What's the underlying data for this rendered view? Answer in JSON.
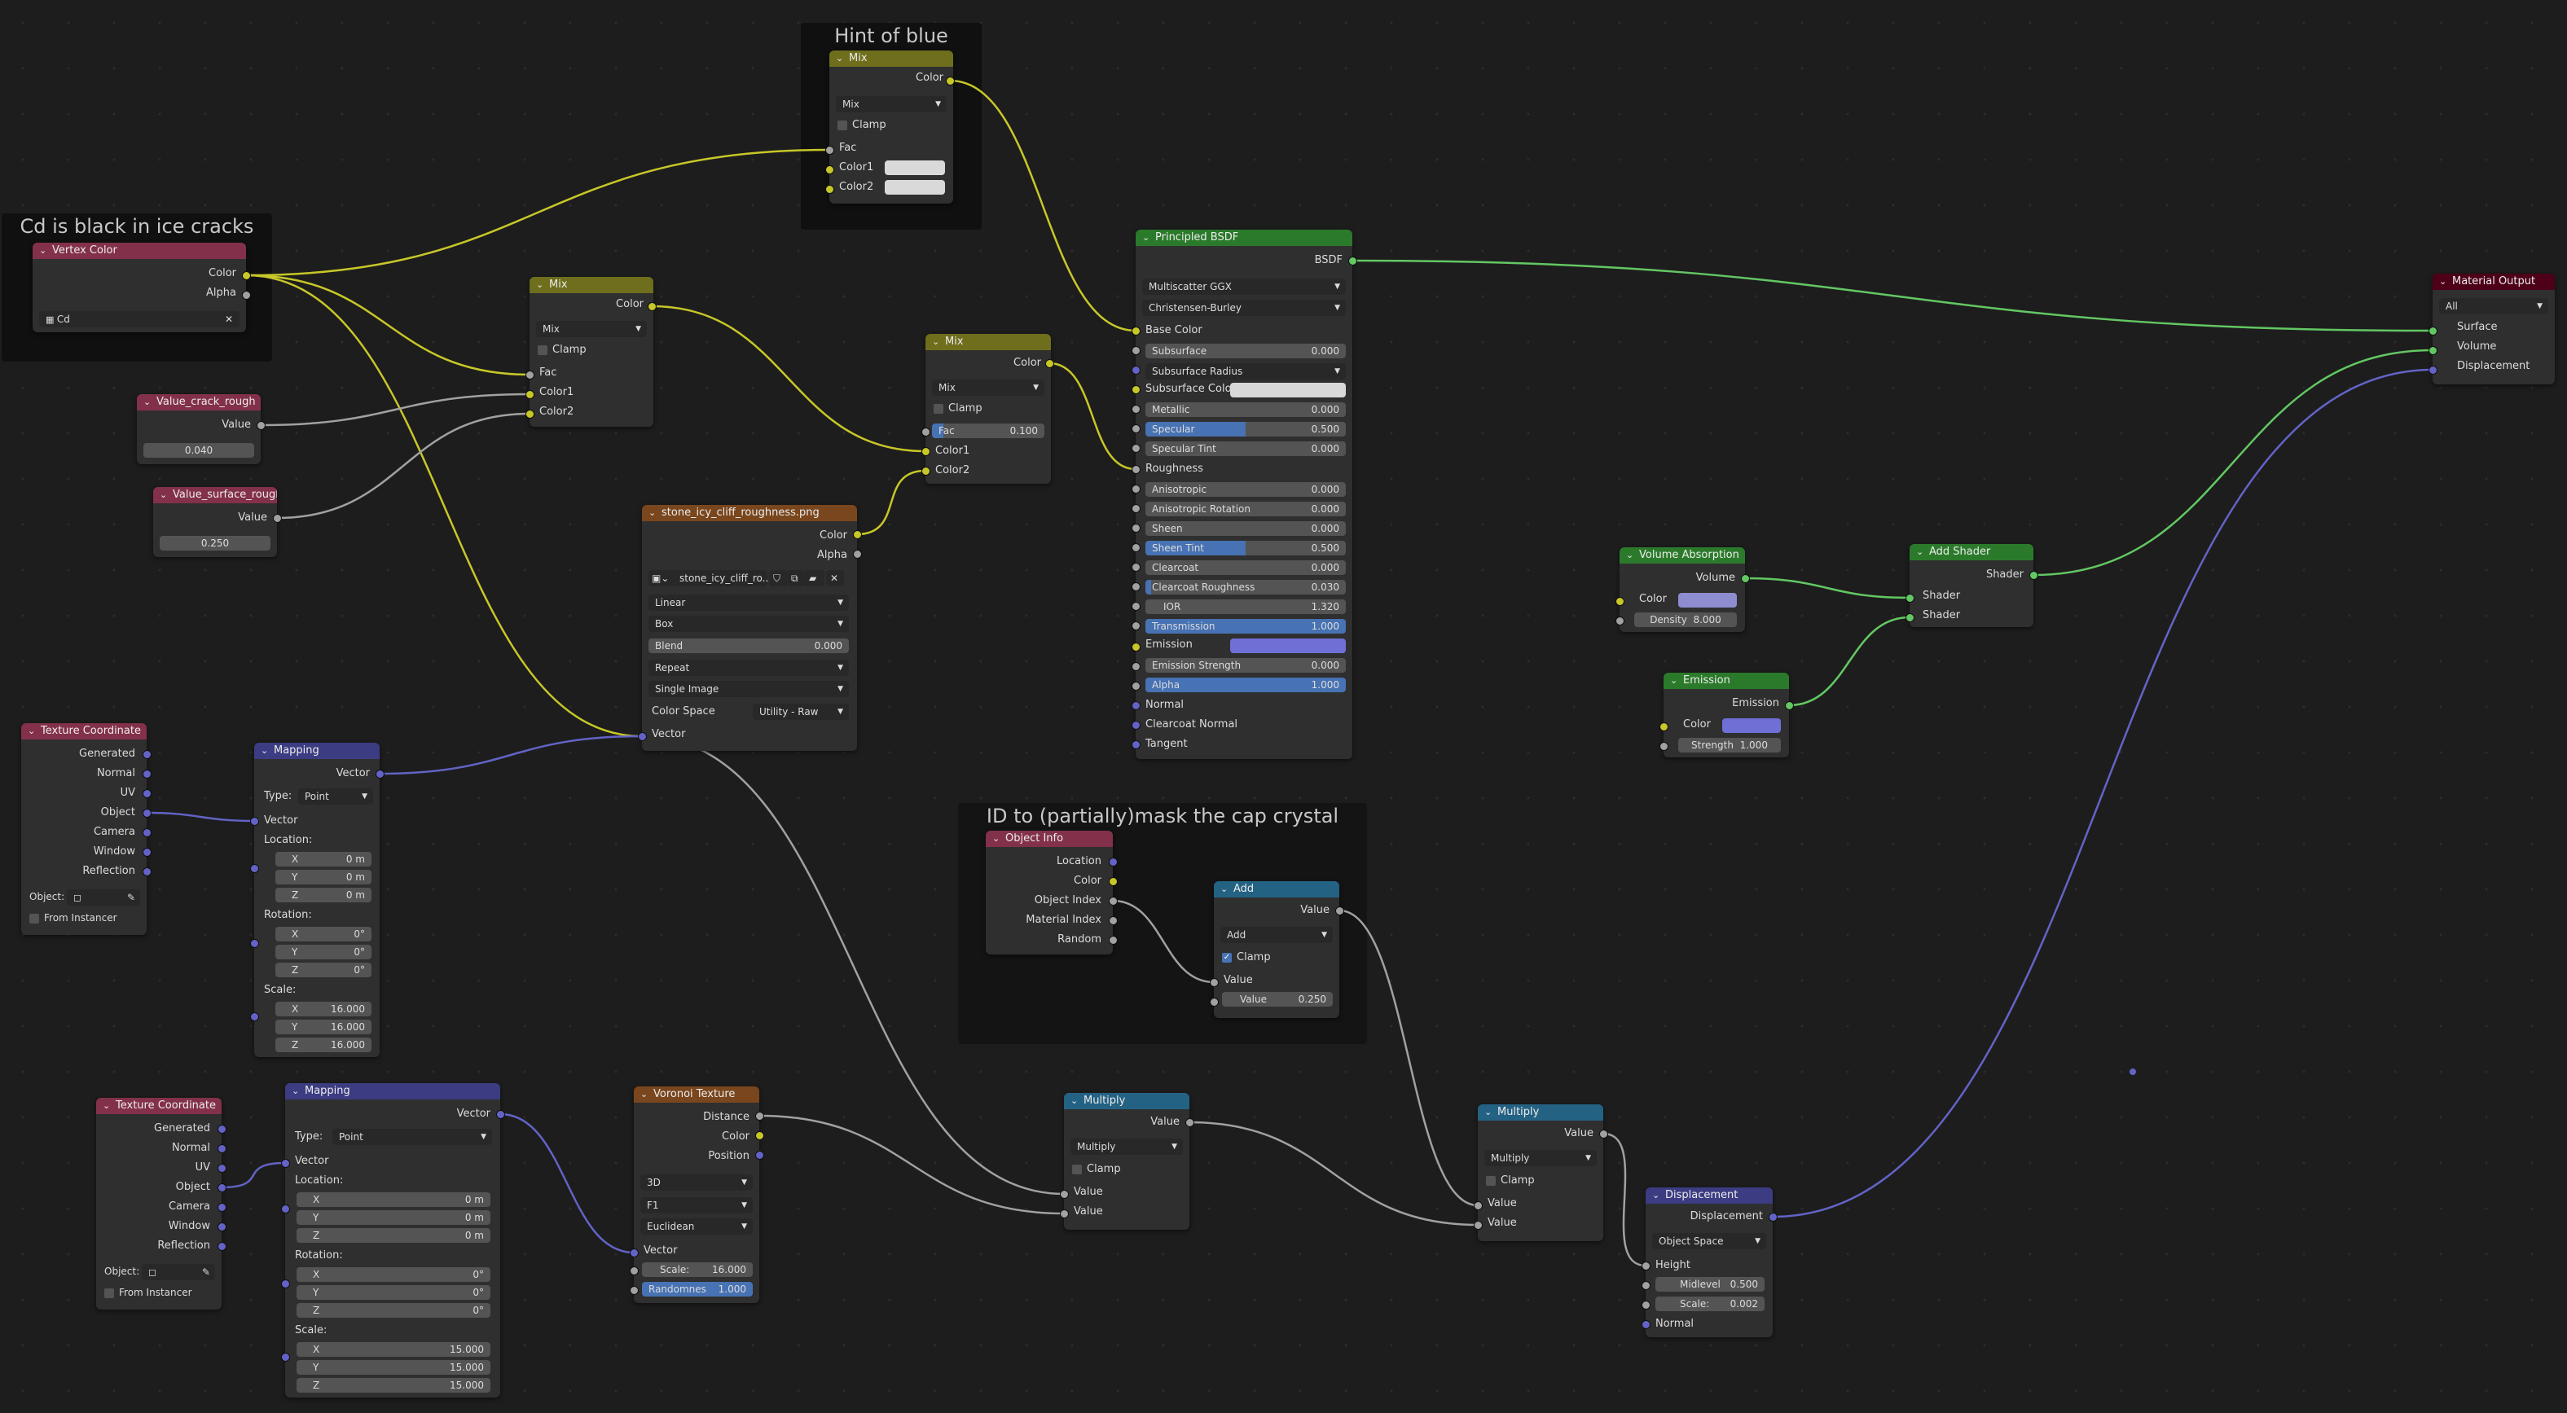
{
  "frames": {
    "hint_blue": "Hint of blue",
    "cd_black": "Cd is black in ice cracks",
    "cap_mask": "ID to (partially)mask the cap crystal"
  },
  "common": {
    "color": "Color",
    "alpha": "Alpha",
    "fac": "Fac",
    "color1": "Color1",
    "color2": "Color2",
    "clamp": "Clamp",
    "value": "Value",
    "vector": "Vector",
    "mix": "Mix",
    "shader": "Shader",
    "x": "X",
    "y": "Y",
    "z": "Z",
    "type": "Type:",
    "location": "Location:",
    "rotation": "Rotation:",
    "scale": "Scale:",
    "point": "Point",
    "object": "Object:",
    "from_instancer": "From Instancer",
    "zero_m": "0 m",
    "zero_deg": "0°",
    "chevron": "⌄",
    "close": "✕"
  },
  "mix_hint": {
    "title": "Mix",
    "blend": "Mix"
  },
  "vertex_color": {
    "title": "Vertex Color",
    "layer": "Cd"
  },
  "mix_rough": {
    "title": "Mix",
    "blend": "Mix"
  },
  "value_crack": {
    "title": "Value_crack_rough",
    "value": "0.040"
  },
  "value_surface": {
    "title": "Value_surface_rough",
    "value": "0.250"
  },
  "mix_right": {
    "title": "Mix",
    "blend": "Mix",
    "fac_value": "0.100",
    "fac_fraction": 0.1
  },
  "image_tex": {
    "title": "stone_icy_cliff_roughness.png",
    "image": "stone_icy_cliff_ro...",
    "interpolation": "Linear",
    "projection": "Box",
    "blend_label": "Blend",
    "blend_value": "0.000",
    "extension": "Repeat",
    "source": "Single Image",
    "colorspace_label": "Color Space",
    "colorspace": "Utility - Raw"
  },
  "bsdf": {
    "title": "Principled BSDF",
    "out": "BSDF",
    "distribution": "Multiscatter GGX",
    "sss_method": "Christensen-Burley",
    "base_color": "Base Color",
    "subsurface": "Subsurface",
    "subsurface_v": "0.000",
    "subsurface_radius": "Subsurface Radius",
    "subsurface_color": "Subsurface Colo",
    "metallic": "Metallic",
    "metallic_v": "0.000",
    "specular": "Specular",
    "specular_v": "0.500",
    "specular_tint": "Specular Tint",
    "specular_tint_v": "0.000",
    "roughness": "Roughness",
    "anisotropic": "Anisotropic",
    "anisotropic_v": "0.000",
    "anisotropic_rotation": "Anisotropic Rotation",
    "anisotropic_rotation_v": "0.000",
    "sheen": "Sheen",
    "sheen_v": "0.000",
    "sheen_tint": "Sheen Tint",
    "sheen_tint_v": "0.500",
    "clearcoat": "Clearcoat",
    "clearcoat_v": "0.000",
    "clearcoat_roughness": "Clearcoat Roughness",
    "clearcoat_roughness_v": "0.030",
    "ior": "IOR",
    "ior_v": "1.320",
    "transmission": "Transmission",
    "transmission_v": "1.000",
    "emission": "Emission",
    "emission_strength": "Emission Strength",
    "emission_strength_v": "0.000",
    "alpha": "Alpha",
    "alpha_v": "1.000",
    "normal": "Normal",
    "clearcoat_normal": "Clearcoat Normal",
    "tangent": "Tangent",
    "fractions": {
      "specular": 0.5,
      "sheen_tint": 0.5,
      "transmission": 1.0,
      "alpha": 1.0,
      "clearcoat_roughness": 0.03
    }
  },
  "material_output": {
    "title": "Material Output",
    "target": "All",
    "surface": "Surface",
    "volume": "Volume",
    "displacement": "Displacement"
  },
  "volume_absorption": {
    "title": "Volume Absorption",
    "out": "Volume",
    "density_label": "Density",
    "density": "8.000"
  },
  "emission": {
    "title": "Emission",
    "out": "Emission",
    "strength_label": "Strength",
    "strength": "1.000"
  },
  "add_shader": {
    "title": "Add Shader"
  },
  "tex_coord": {
    "title": "Texture Coordinate",
    "outputs": [
      "Generated",
      "Normal",
      "UV",
      "Object",
      "Camera",
      "Window",
      "Reflection"
    ]
  },
  "mapping1": {
    "title": "Mapping",
    "sx": "16.000",
    "sy": "16.000",
    "sz": "16.000"
  },
  "mapping2": {
    "title": "Mapping",
    "sx": "15.000",
    "sy": "15.000",
    "sz": "15.000"
  },
  "object_info": {
    "title": "Object Info",
    "outputs": [
      "Location",
      "Color",
      "Object Index",
      "Material Index",
      "Random"
    ]
  },
  "add_math": {
    "title": "Add",
    "op": "Add",
    "value_v": "0.250"
  },
  "voronoi": {
    "title": "Voronoi Texture",
    "distance": "Distance",
    "position": "Position",
    "dims": "3D",
    "feature": "F1",
    "metric": "Euclidean",
    "scale_v": "16.000",
    "randomness": "Randomnes",
    "randomness_v": "1.000"
  },
  "multiply1": {
    "title": "Multiply",
    "op": "Multiply"
  },
  "multiply2": {
    "title": "Multiply",
    "op": "Multiply"
  },
  "displacement": {
    "title": "Displacement",
    "out": "Displacement",
    "space": "Object Space",
    "height": "Height",
    "midlevel": "Midlevel",
    "midlevel_v": "0.500",
    "scale_v": "0.002",
    "normal": "Normal"
  },
  "colors": {
    "header_input": "#83314a",
    "header_converter": "#246283",
    "header_color": "#6e6e1d",
    "header_texture": "#79461d",
    "header_shader": "#24b524",
    "header_vector": "#3c3c83",
    "header_output": "#4d0017",
    "socket_color": "#c7c729",
    "socket_float": "#a1a1a1",
    "socket_vector": "#6363c7",
    "socket_shader": "#63c763",
    "field_blue": "#4772b3",
    "swatch_light": "#d9d9d9",
    "swatch_blue": "#6f6fd6",
    "swatch_violet": "#8d8dd0"
  }
}
